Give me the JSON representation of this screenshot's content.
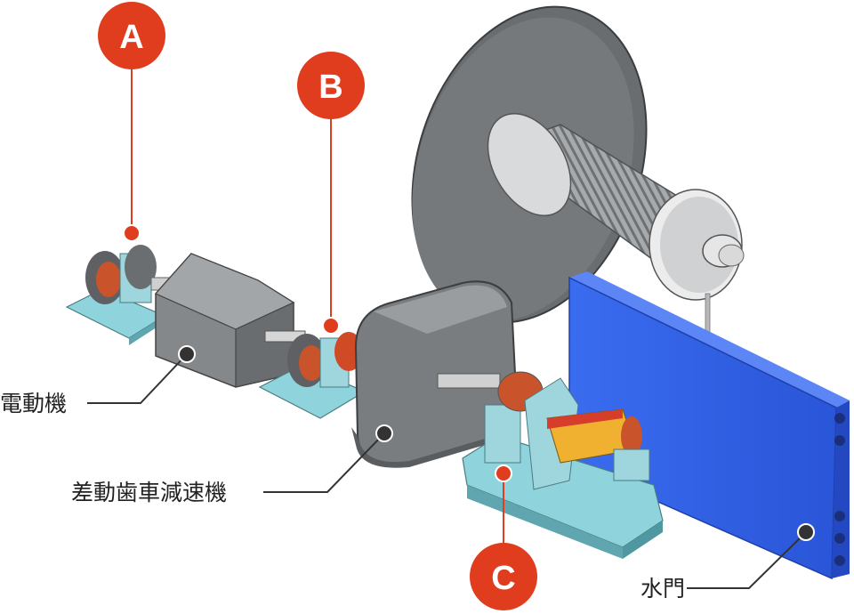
{
  "badges": {
    "a": "A",
    "b": "B",
    "c": "C"
  },
  "labels": {
    "motor": "電動機",
    "reducer": "差動歯車減速機",
    "gate": "水門"
  },
  "colors": {
    "badge_red": "#e03c1e",
    "gate_blue": "#2f5fe6",
    "base_teal": "#8fd3dc",
    "housing_gray": "#7a7d80",
    "drum_gray": "#a6a9ab"
  }
}
